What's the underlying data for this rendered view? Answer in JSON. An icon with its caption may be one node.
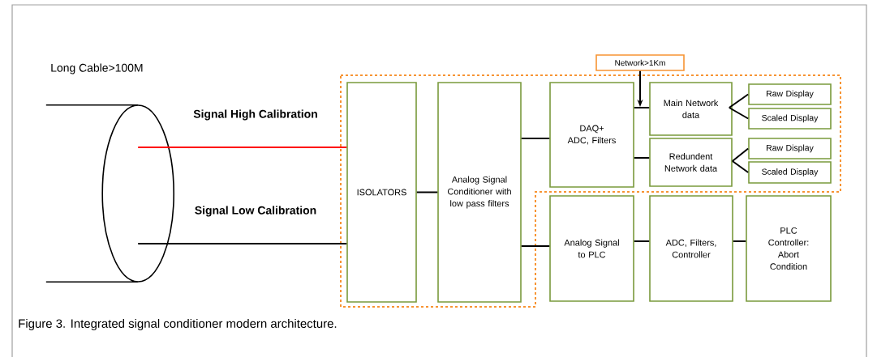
{
  "diagram": {
    "caption": "Figure 3. Integrated signal conditioner modern architecture.",
    "nodes": [
      {
        "text": [],
        "shape": "cylinder"
      },
      {
        "text": [
          "ISOLATORS"
        ]
      },
      {
        "text": [
          "Analog Signal Conditioner with low pass filters"
        ]
      },
      {
        "text": [
          "Network>1Km"
        ]
      },
      {
        "text": [
          "DAQ+ ADC, Filters"
        ]
      },
      {
        "text": [
          "Main Network data"
        ]
      },
      {
        "text": [
          "Raw Display"
        ]
      },
      {
        "text": [
          "Scaled Display"
        ]
      },
      {
        "text": [
          "Redundent Network data"
        ]
      },
      {
        "text": [
          "Raw Display"
        ]
      },
      {
        "text": [
          "Scaled Display"
        ]
      },
      {
        "text": [
          "Analog Signal to PLC"
        ]
      },
      {
        "text": [
          "ADC, Filters, Controller"
        ]
      },
      {
        "text": [
          "PLC Controller: Abort Condition"
        ]
      }
    ],
    "edges": [
      {
        "from": 0,
        "to": 1,
        "arrow": "none",
        "label": "Signal High Calibration",
        "color": "#ff0000"
      },
      {
        "from": 0,
        "to": 1,
        "arrow": "none",
        "label": "Signal Low Calibration"
      },
      {
        "from": 1,
        "to": 2,
        "arrow": "none"
      },
      {
        "from": 2,
        "to": 4,
        "arrow": "none"
      },
      {
        "from": 2,
        "to": 11,
        "arrow": "none"
      },
      {
        "from": 3,
        "to": 4,
        "arrow": "to"
      },
      {
        "from": 4,
        "to": 5,
        "arrow": "none"
      },
      {
        "from": 4,
        "to": 8,
        "arrow": "none"
      },
      {
        "from": 5,
        "to": 6,
        "arrow": "none"
      },
      {
        "from": 5,
        "to": 7,
        "arrow": "none"
      },
      {
        "from": 8,
        "to": 9,
        "arrow": "none"
      },
      {
        "from": 8,
        "to": 10,
        "arrow": "none"
      },
      {
        "from": 11,
        "to": 12,
        "arrow": "none"
      },
      {
        "from": 12,
        "to": 13,
        "arrow": "none"
      }
    ],
    "labels": [
      "Long Cable>100M"
    ]
  }
}
